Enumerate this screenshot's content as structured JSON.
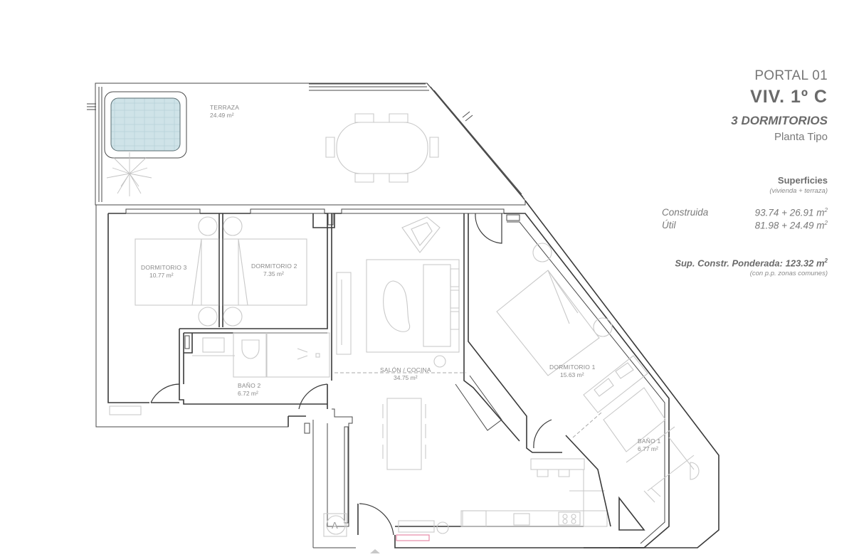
{
  "header": {
    "portal": "PORTAL 01",
    "unit": "VIV. 1º C",
    "bedrooms": "3 DORMITORIOS",
    "floor_type": "Planta Tipo"
  },
  "surfaces": {
    "title": "Superficies",
    "subtitle": "(vivienda + terraza)",
    "rows": [
      {
        "label": "Construida",
        "value": "93.74 + 26.91 m",
        "unit_exp": "2"
      },
      {
        "label": "Útil",
        "value": "81.98 + 24.49 m",
        "unit_exp": "2"
      }
    ],
    "weighted_label": "Sup. Constr. Ponderada: 123.32 m",
    "weighted_exp": "2",
    "weighted_note": "(con p.p. zonas comunes)"
  },
  "rooms": [
    {
      "id": "terraza",
      "name": "TERRAZA",
      "area": "24.49 m²"
    },
    {
      "id": "dormitorio-3",
      "name": "DORMITORIO 3",
      "area": "10.77 m²"
    },
    {
      "id": "dormitorio-2",
      "name": "DORMITORIO 2",
      "area": "7.35 m²"
    },
    {
      "id": "salon-cocina",
      "name": "SALÓN / COCINA",
      "area": "34.75 m²"
    },
    {
      "id": "dormitorio-1",
      "name": "DORMITORIO 1",
      "area": "15.63 m²"
    },
    {
      "id": "bano-2",
      "name": "BAÑO 2",
      "area": "6.72 m²"
    },
    {
      "id": "bano-1",
      "name": "BAÑO 1",
      "area": "6.77 m²"
    }
  ],
  "symbols": {
    "stair_marker": "A"
  },
  "colors": {
    "wall": "#3a3a3a",
    "furniture": "#c9c9c9",
    "pool_water": "#cfe3e8",
    "entrance_highlight": "#e58aa6"
  }
}
